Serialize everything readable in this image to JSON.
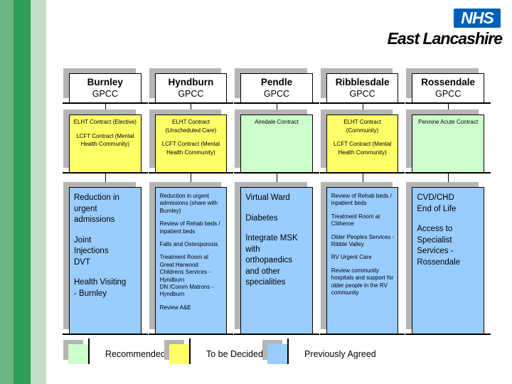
{
  "slide": {
    "logo": {
      "nhs_text": "NHS",
      "org_name": "East Lancashire",
      "nhs_blue": "#005eb8"
    },
    "stripes": {
      "colors": [
        "#6fb583",
        "#2f9e58",
        "#c3ddc6"
      ]
    },
    "status_colors": {
      "recommended": "#ccffcc",
      "to_be_decided": "#ffff66",
      "previously_agreed": "#99ccff"
    },
    "columns": [
      {
        "title": "Burnley",
        "subtitle": "GPCC",
        "contracts": {
          "status": "to_be_decided",
          "items": [
            "ELHT Contract (Elective)",
            "LCFT Contract (Mental Health Community)"
          ]
        },
        "initiatives": {
          "text_size": "large",
          "items": [
            "Reduction in\nurgent\nadmissions",
            "Joint\nInjections\nDVT",
            "Health Visiting\n- Burnley"
          ]
        }
      },
      {
        "title": "Hyndburn",
        "subtitle": "GPCC",
        "contracts": {
          "status": "to_be_decided",
          "items": [
            "ELHT Contract (Unscheduled Care)",
            "LCFT Contract (Mental Health Community)"
          ]
        },
        "initiatives": {
          "text_size": "small",
          "items": [
            "Reduction in urgent admissions (share with Burnley)",
            "Review of Rehab beds / inpatient beds",
            "Falls and Osteoporosis",
            "Treatment Room at Great Harwood\nChildrens Services - Hyndburn\nDN /Comm Matrons - Hyndburn",
            "Review A&E"
          ]
        }
      },
      {
        "title": "Pendle",
        "subtitle": "GPCC",
        "contracts": {
          "status": "recommended",
          "items": [
            "Airedale Contract"
          ]
        },
        "initiatives": {
          "text_size": "large",
          "items": [
            "Virtual Ward",
            "Diabetes",
            "Integrate MSK\nwith\northopaedics\nand other\nspecialities"
          ]
        }
      },
      {
        "title": "Ribblesdale",
        "subtitle": "GPCC",
        "contracts": {
          "status": "to_be_decided",
          "items": [
            "ELHT Contract (Community)",
            "LCFT Contract (Mental Health Community)"
          ]
        },
        "initiatives": {
          "text_size": "small",
          "items": [
            "Review of Rehab beds / inpatient beds",
            "Treatment Room at Clitheroe",
            "Older Peoples Services - Ribble Valley",
            "RV Urgent Care",
            "Review community hospitals and support for older people in the RV community"
          ]
        }
      },
      {
        "title": "Rossendale",
        "subtitle": "GPCC",
        "contracts": {
          "status": "recommended",
          "items": [
            "Pennine Acute Contract"
          ]
        },
        "initiatives": {
          "text_size": "large",
          "items": [
            "CVD/CHD\nEnd of Life",
            "Access to\nSpecialist\nServices -\nRossendale"
          ]
        }
      }
    ],
    "legend": [
      {
        "label": "Recommended",
        "status": "recommended"
      },
      {
        "label": "To be Decided",
        "status": "to_be_decided"
      },
      {
        "label": "Previously Agreed",
        "status": "previously_agreed"
      }
    ]
  }
}
